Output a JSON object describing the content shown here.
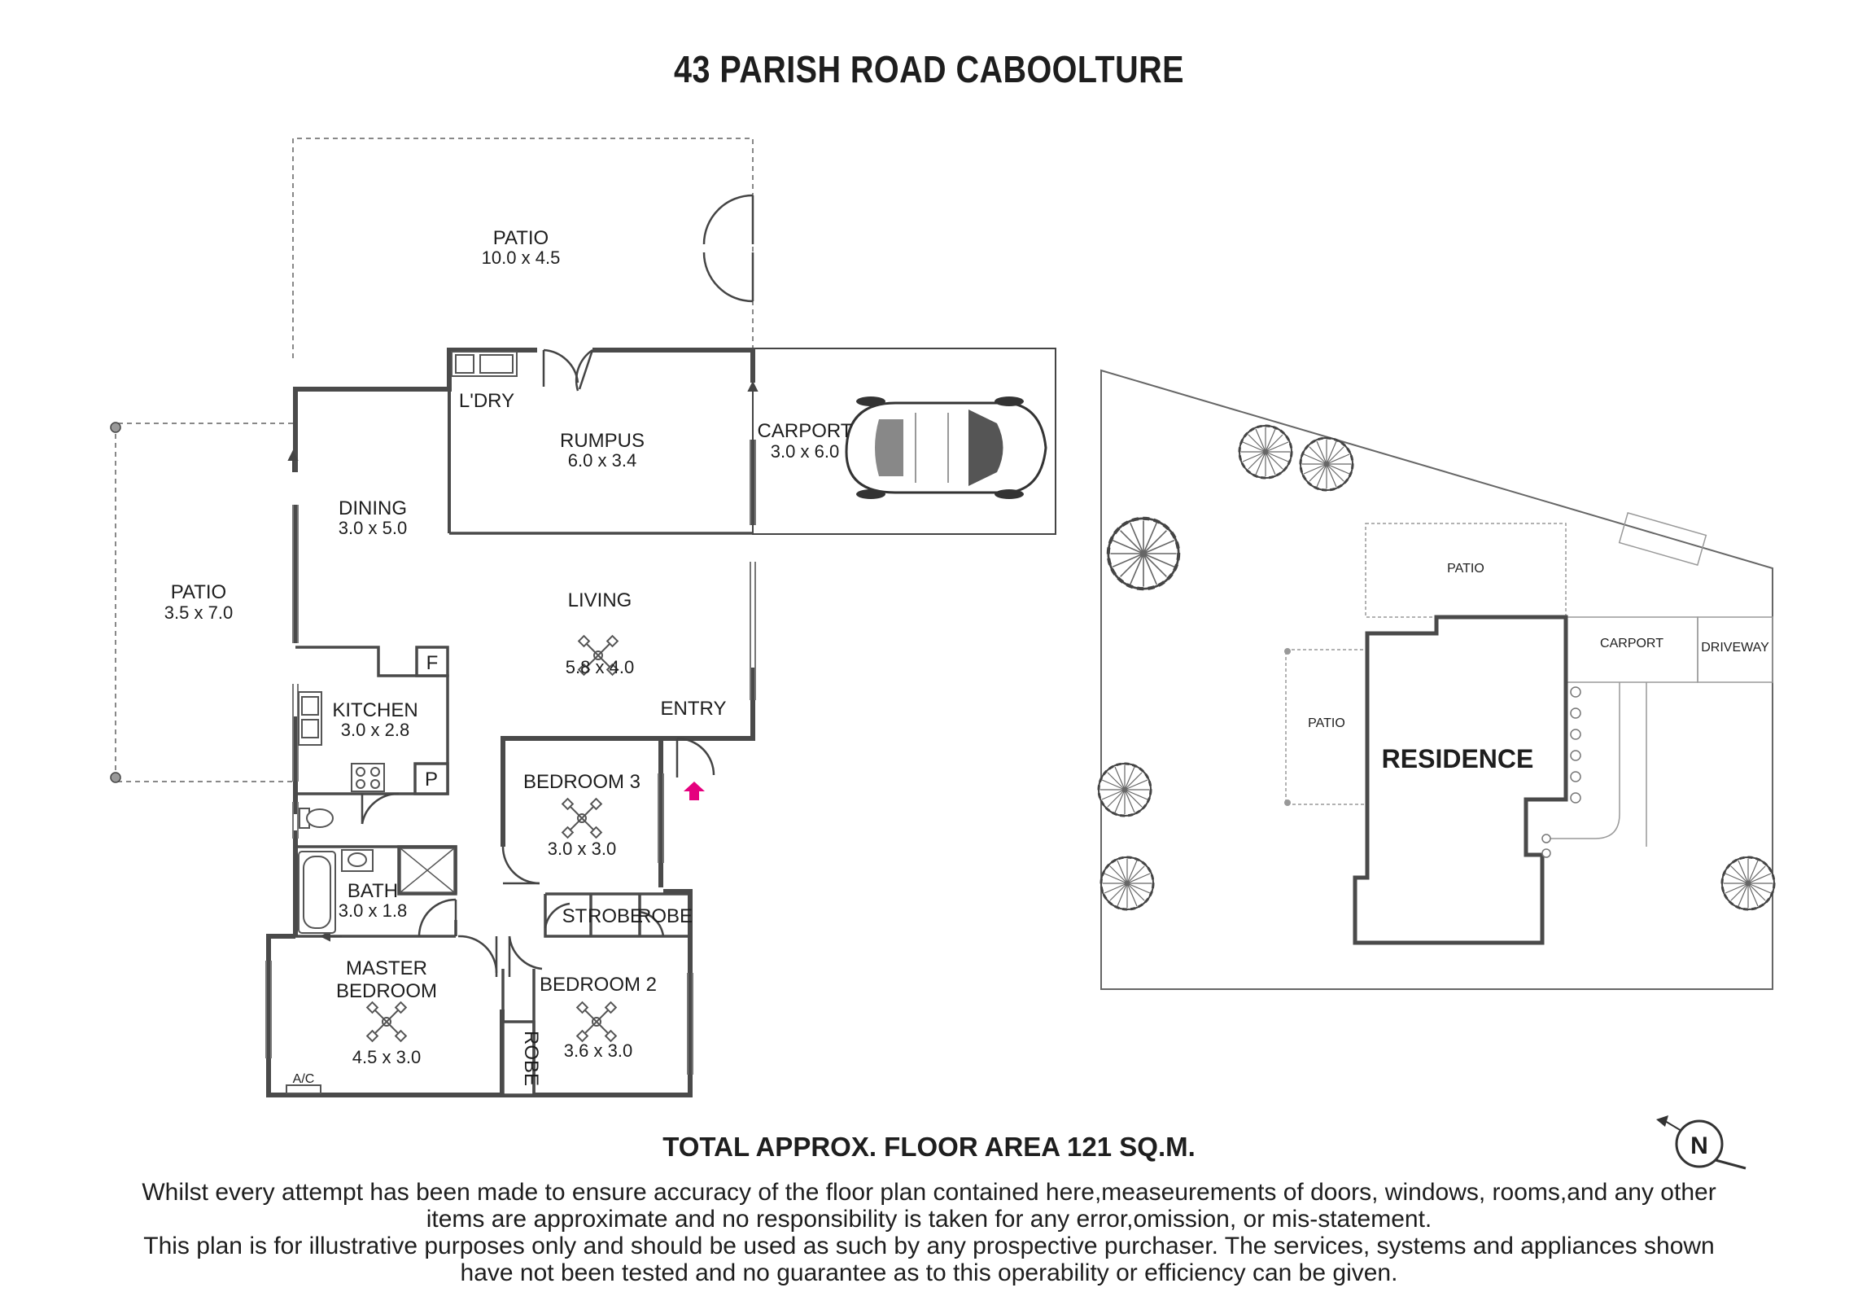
{
  "header": {
    "title": "43 PARISH ROAD CABOOLTURE"
  },
  "rooms": {
    "patio_top": {
      "name": "PATIO",
      "dims": "10.0 x 4.5"
    },
    "patio_left": {
      "name": "PATIO",
      "dims": "3.5 x 7.0"
    },
    "laundry": {
      "name": "L'DRY"
    },
    "rumpus": {
      "name": "RUMPUS",
      "dims": "6.0 x 3.4"
    },
    "carport": {
      "name": "CARPORT",
      "dims": "3.0 x 6.0"
    },
    "dining": {
      "name": "DINING",
      "dims": "3.0 x 5.0"
    },
    "living": {
      "name": "LIVING",
      "dims": "5.8 x 4.0"
    },
    "kitchen": {
      "name": "KITCHEN",
      "dims": "3.0 x 2.8"
    },
    "fridge": {
      "name": "F"
    },
    "pantry": {
      "name": "P"
    },
    "entry": {
      "name": "ENTRY"
    },
    "bedroom3": {
      "name": "BEDROOM 3",
      "dims": "3.0 x 3.0"
    },
    "bath": {
      "name": "BATH",
      "dims": "3.0 x 1.8"
    },
    "storage": {
      "name": "ST"
    },
    "robe_a": {
      "name": "ROBE"
    },
    "robe_b": {
      "name": "ROBE"
    },
    "master": {
      "name_line1": "MASTER",
      "name_line2": "BEDROOM",
      "dims": "4.5 x 3.0"
    },
    "robe_master": {
      "name": "ROBE"
    },
    "bedroom2": {
      "name": "BEDROOM 2",
      "dims": "3.6 x 3.0"
    },
    "ac": {
      "name": "A/C"
    }
  },
  "site_plan": {
    "patio_top": "PATIO",
    "patio_left": "PATIO",
    "carport": "CARPORT",
    "driveway": "DRIVEWAY",
    "residence": "RESIDENCE"
  },
  "compass": {
    "letter": "N"
  },
  "footer": {
    "total_area": "TOTAL APPROX. FLOOR AREA 121 SQ.M.",
    "disclaimer_lines": [
      "Whilst every attempt has been made to ensure accuracy of the floor plan contained here,measeurements of doors, windows, rooms,and any other",
      "items are approximate  and no responsibility is taken for any error,omission, or mis-statement.",
      "This plan is for illustrative purposes only and should be used as such by any prospective purchaser. The services, systems and appliances shown",
      "have not been tested and no guarantee as to this operability or efficiency can be given."
    ]
  },
  "colors": {
    "wall": "#4a4a4a",
    "entry_arrow": "#e5007e",
    "text": "#1e1e1e"
  },
  "icons": [
    "ceiling-fan-icon",
    "car-icon",
    "tree-icon",
    "compass-icon",
    "entry-arrow-icon",
    "sink-icon",
    "toilet-icon",
    "bathtub-icon",
    "cooktop-icon"
  ]
}
